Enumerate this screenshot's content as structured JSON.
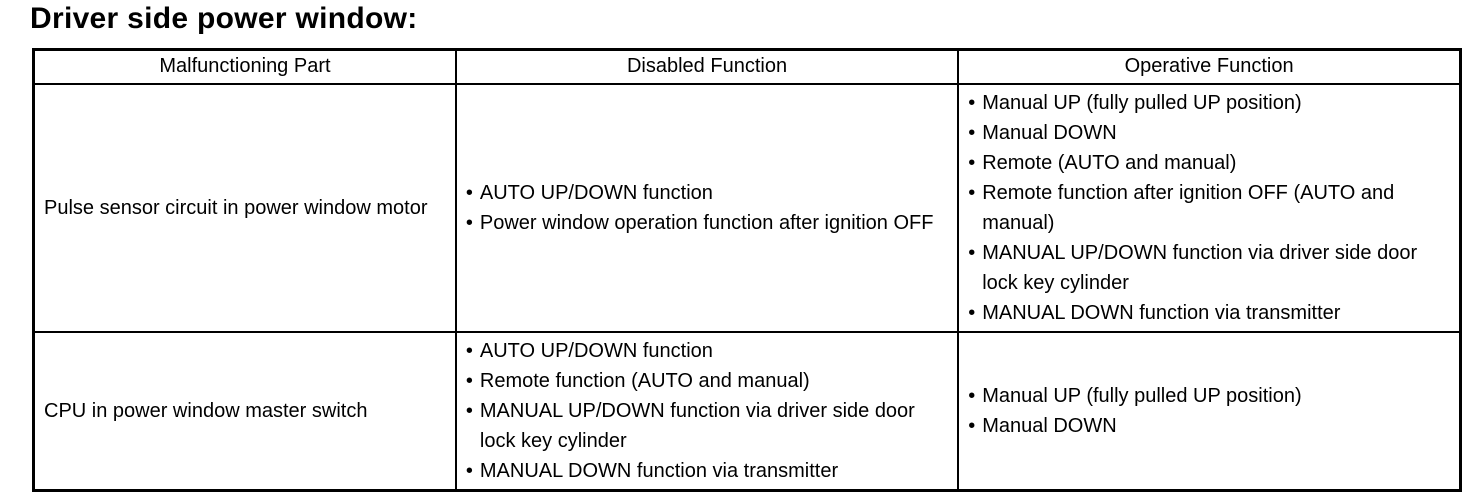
{
  "title": "Driver side power window:",
  "colors": {
    "background": "#ffffff",
    "text": "#000000",
    "border": "#000000"
  },
  "table": {
    "headers": [
      "Malfunctioning Part",
      "Disabled Function",
      "Operative Function"
    ],
    "rows": [
      {
        "part": "Pulse sensor circuit in power window motor",
        "disabled": [
          "AUTO UP/DOWN function",
          "Power window operation function after ignition OFF"
        ],
        "operative": [
          "Manual UP (fully pulled UP position)",
          "Manual DOWN",
          "Remote (AUTO and manual)",
          "Remote function after ignition OFF (AUTO and manual)",
          "MANUAL UP/DOWN function via driver side door lock key cylinder",
          "MANUAL DOWN function via transmitter"
        ]
      },
      {
        "part": "CPU in power window master switch",
        "disabled": [
          "AUTO UP/DOWN function",
          "Remote function (AUTO and manual)",
          "MANUAL UP/DOWN function via driver side door lock key cylinder",
          "MANUAL DOWN function via transmitter"
        ],
        "operative": [
          "Manual UP (fully pulled UP position)",
          "Manual DOWN"
        ]
      }
    ]
  }
}
